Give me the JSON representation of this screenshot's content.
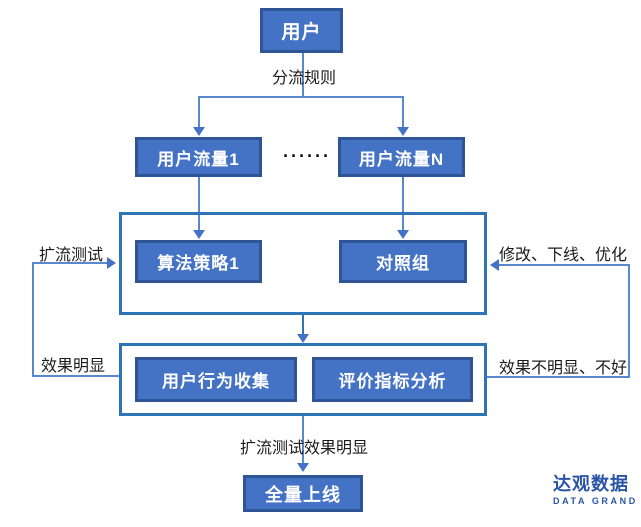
{
  "diagram": {
    "type": "flowchart",
    "nodes": {
      "user": "用户",
      "flow1": "用户流量1",
      "flow_dots": "······",
      "flowN": "用户流量N",
      "strategy": "算法策略1",
      "control": "对照组",
      "behavior": "用户行为收集",
      "metrics": "评价指标分析",
      "launch": "全量上线"
    },
    "edge_labels": {
      "split_rule": "分流规则",
      "expand_test": "扩流测试",
      "effect_obvious": "效果明显",
      "modify_offline_optimize": "修改、下线、优化",
      "effect_not_obvious": "效果不明显、不好",
      "expand_test_effect_obvious": "扩流测试效果明显"
    },
    "colors": {
      "node_fill": "#4472C4",
      "node_border": "#2F5597",
      "node_text": "#FFFFFF",
      "container_border": "#2E75B6",
      "connector_line": "#5B87CE",
      "arrowhead": "#4472C4",
      "label_text": "#1B1B1B",
      "logo_blue": "#2B55A7",
      "background": "#FFFFFF"
    }
  },
  "logo": {
    "name_cn": "达观数据",
    "name_en": "DATA GRAND"
  }
}
